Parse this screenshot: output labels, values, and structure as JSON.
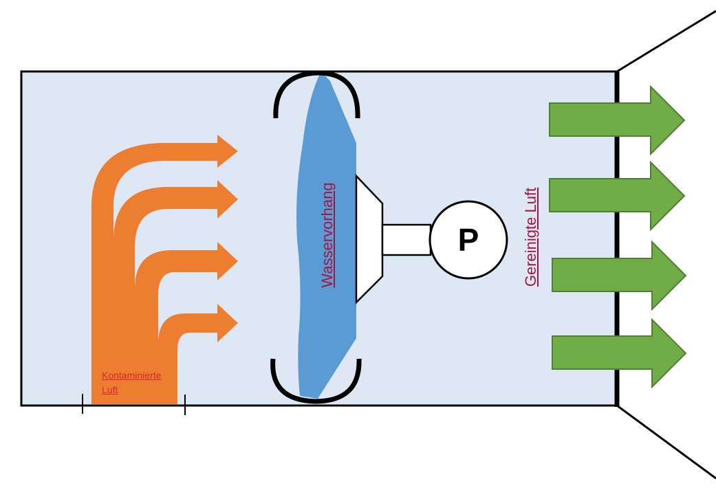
{
  "diagram": {
    "labels": {
      "contaminated_air": "Kontaminierte Luft",
      "water_curtain": "Wasservorhang",
      "cleaned_air": "Gereinigte Luft",
      "pump": "P"
    },
    "colors": {
      "booth_fill": "#dde8f4",
      "contaminated_arrow": "#ed7d31",
      "water_curtain": "#5b9bd5",
      "clean_arrow": "#70ad47",
      "clean_arrow_border": "#507e32",
      "label_contaminated": "#d42a2a",
      "label_other": "#a8143c"
    },
    "components": [
      "booth",
      "water-curtain",
      "nozzle",
      "pump",
      "contaminated-air-arrows",
      "clean-air-arrows",
      "exhaust-hood"
    ]
  }
}
